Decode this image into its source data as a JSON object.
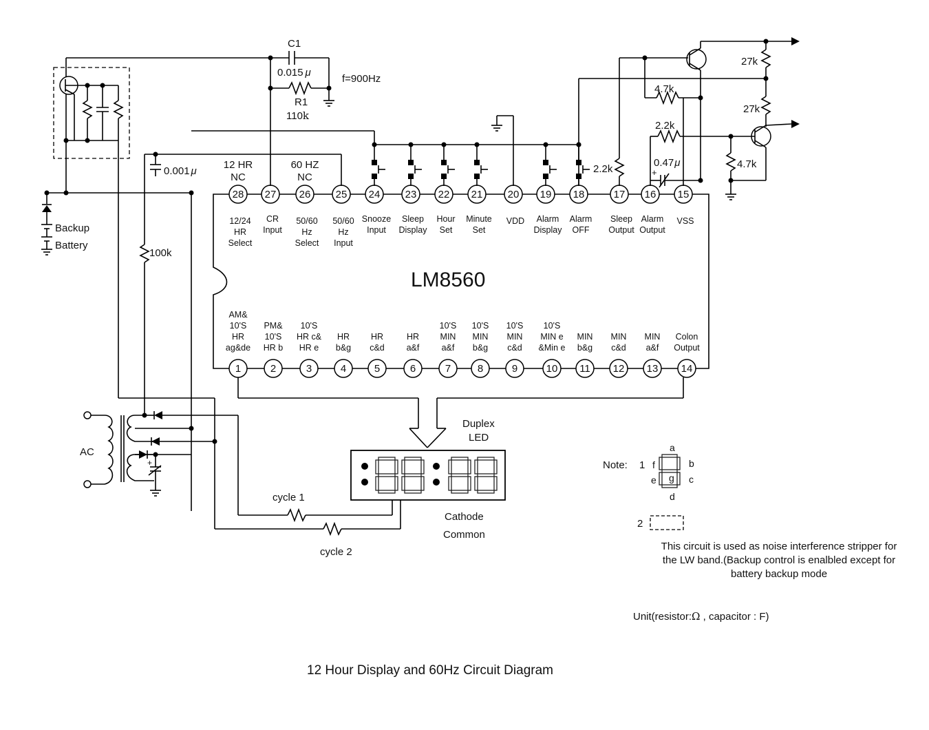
{
  "title": "12 Hour Display and 60Hz Circuit Diagram",
  "chip": {
    "name": "LM8560"
  },
  "top_pins": [
    {
      "num": "28",
      "label": [
        "12/24",
        "HR",
        "Select"
      ],
      "extra": [
        "12 HR",
        "NC"
      ]
    },
    {
      "num": "27",
      "label": [
        "CR",
        "Input"
      ]
    },
    {
      "num": "26",
      "label": [
        "50/60",
        "Hz",
        "Select"
      ],
      "extra": [
        "60 HZ",
        "NC"
      ]
    },
    {
      "num": "25",
      "label": [
        "50/60",
        "Hz",
        "Input"
      ]
    },
    {
      "num": "24",
      "label": [
        "Snooze",
        "Input"
      ]
    },
    {
      "num": "23",
      "label": [
        "Sleep",
        "Display"
      ]
    },
    {
      "num": "22",
      "label": [
        "Hour",
        "Set"
      ]
    },
    {
      "num": "21",
      "label": [
        "Minute",
        "Set"
      ]
    },
    {
      "num": "20",
      "label": [
        "VDD"
      ]
    },
    {
      "num": "19",
      "label": [
        "Alarm",
        "Display"
      ]
    },
    {
      "num": "18",
      "label": [
        "Alarm",
        "OFF"
      ]
    },
    {
      "num": "17",
      "label": [
        "Sleep",
        "Output"
      ]
    },
    {
      "num": "16",
      "label": [
        "Alarm",
        "Output"
      ]
    },
    {
      "num": "15",
      "label": [
        "VSS"
      ]
    }
  ],
  "bottom_pins": [
    {
      "num": "1",
      "label": [
        "AM&",
        "10'S",
        "HR",
        "ag&de"
      ]
    },
    {
      "num": "2",
      "label": [
        "PM&",
        "10'S",
        "HR b"
      ]
    },
    {
      "num": "3",
      "label": [
        "10'S",
        "HR c&",
        "HR e"
      ]
    },
    {
      "num": "4",
      "label": [
        "HR",
        "b&g"
      ]
    },
    {
      "num": "5",
      "label": [
        "HR",
        "c&d"
      ]
    },
    {
      "num": "6",
      "label": [
        "HR",
        "a&f"
      ]
    },
    {
      "num": "7",
      "label": [
        "10'S",
        "MIN",
        "a&f"
      ]
    },
    {
      "num": "8",
      "label": [
        "10'S",
        "MIN",
        "b&g"
      ]
    },
    {
      "num": "9",
      "label": [
        "10'S",
        "MIN",
        "c&d"
      ]
    },
    {
      "num": "10",
      "label": [
        "10'S",
        "MIN e",
        "&Min e"
      ]
    },
    {
      "num": "11",
      "label": [
        "MIN",
        "b&g"
      ]
    },
    {
      "num": "12",
      "label": [
        "MIN",
        "c&d"
      ]
    },
    {
      "num": "13",
      "label": [
        "MIN",
        "a&f"
      ]
    },
    {
      "num": "14",
      "label": [
        "Colon",
        "Output"
      ]
    }
  ],
  "components": {
    "c1_name": "C1",
    "c1_value": "0.015",
    "r1_name": "R1",
    "r1_value": "110",
    "r1_unit": "k",
    "freq": "f=900Hz",
    "cap_0001": "0.001",
    "r_100k": "100k",
    "r_27k_a": "27k",
    "r_27k_b": "27k",
    "r_47k_a": "4.7k",
    "r_47k_b": "4.7k",
    "r_22k_a": "2.2k",
    "r_22k_b": "2.2k",
    "cap_047": "0.47",
    "mu": "μ",
    "plus": "+"
  },
  "labels": {
    "backup": "Backup",
    "battery": "Battery",
    "ac": "AC",
    "duplex": "Duplex",
    "led": "LED",
    "cathode": "Cathode",
    "common": "Common",
    "cycle1": "cycle 1",
    "cycle2": "cycle 2"
  },
  "notes": {
    "note_label": "Note:",
    "n1": "1",
    "n2": "2",
    "seg_a": "a",
    "seg_b": "b",
    "seg_c": "c",
    "seg_d": "d",
    "seg_e": "e",
    "seg_f": "f",
    "seg_g": "g",
    "line1": "This circuit is used as noise interference stripper for",
    "line2": "the LW band.(Backup control is enalbled except for",
    "line3": "battery backup mode",
    "unit_prefix": "Unit(resistor:",
    "unit_omega": "Ω",
    "unit_suffix": " , capacitor : F)"
  }
}
